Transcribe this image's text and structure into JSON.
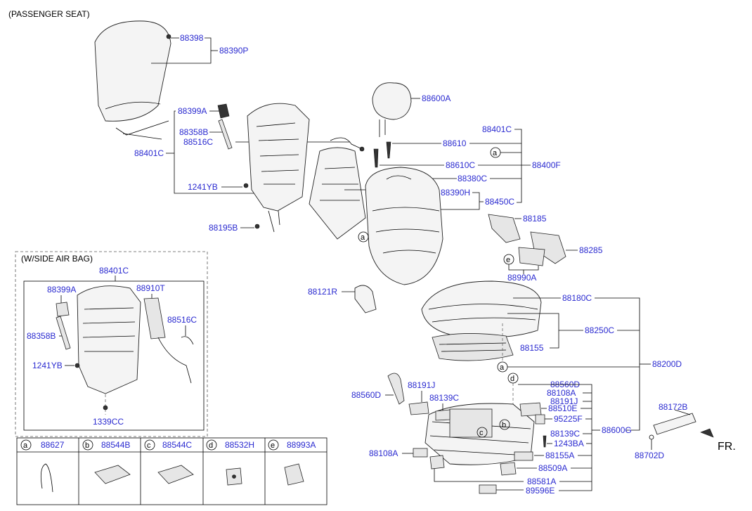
{
  "headings": {
    "passenger_seat": "(PASSENGER SEAT)",
    "side_airbag": "(W/SIDE AIR BAG)"
  },
  "fr_label": "FR.",
  "callout_letters": {
    "a": "a",
    "b": "b",
    "c": "c",
    "d": "d",
    "e": "e"
  },
  "labels": {
    "p88398": "88398",
    "p88390P": "88390P",
    "p88399A": "88399A",
    "p88358B": "88358B",
    "p88516C": "88516C",
    "p88401C_left": "88401C",
    "p1241YB": "1241YB",
    "p88195B": "88195B",
    "p88600A": "88600A",
    "p88401C_right": "88401C",
    "p88610": "88610",
    "p88610C": "88610C",
    "p88400F": "88400F",
    "p88380C": "88380C",
    "p88390H": "88390H",
    "p88450C": "88450C",
    "p88185": "88185",
    "p88285": "88285",
    "p88990A": "88990A",
    "p88121R": "88121R",
    "p88180C": "88180C",
    "p88250C": "88250C",
    "p88155": "88155",
    "p88200D": "88200D",
    "p88560D_left": "88560D",
    "p88191J_left": "88191J",
    "p88139C_left": "88139C",
    "p88108A_left": "88108A",
    "p88560D_right": "88560D",
    "p88108A_right": "88108A",
    "p88191J_right": "88191J",
    "p88510E": "88510E",
    "p95225F": "95225F",
    "p88139C_right": "88139C",
    "p88600G": "88600G",
    "p1243BA": "1243BA",
    "p88155A": "88155A",
    "p88509A": "88509A",
    "p88581A": "88581A",
    "p89596E": "89596E",
    "p88172B": "88172B",
    "p88702D": "88702D",
    "sab_88401C": "88401C",
    "sab_88399A": "88399A",
    "sab_88910T": "88910T",
    "sab_88516C": "88516C",
    "sab_88358B": "88358B",
    "sab_1241YB": "1241YB",
    "sab_1339CC": "1339CC"
  },
  "legend": [
    {
      "letter": "a",
      "part": "88627"
    },
    {
      "letter": "b",
      "part": "88544B"
    },
    {
      "letter": "c",
      "part": "88544C"
    },
    {
      "letter": "d",
      "part": "88532H"
    },
    {
      "letter": "e",
      "part": "88993A"
    }
  ]
}
